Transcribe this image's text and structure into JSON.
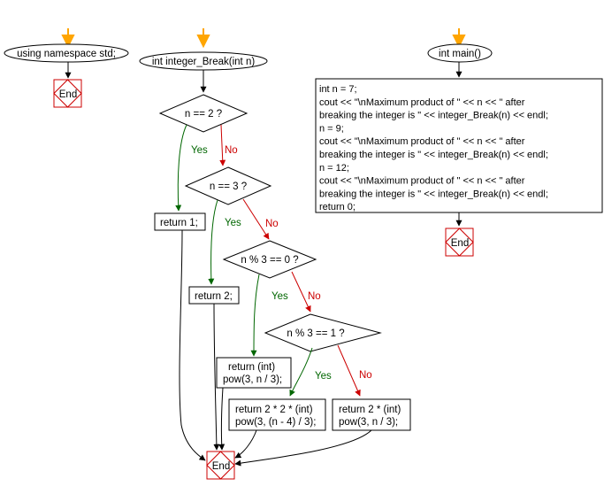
{
  "flowcharts": {
    "namespace": {
      "statement": "using namespace std;",
      "end_label": "End"
    },
    "integer_break": {
      "header": "int integer_Break(int n)",
      "cond1": "n == 2 ?",
      "cond2": "n == 3 ?",
      "cond3": "n % 3 == 0 ?",
      "cond4": "n % 3 == 1 ?",
      "yes_label": "Yes",
      "no_label": "No",
      "return1": "return 1;",
      "return2": "return 2;",
      "return3": [
        "return (int)",
        "pow(3, n / 3);"
      ],
      "return4": [
        "return 2 * 2 * (int)",
        "pow(3, (n - 4) / 3);"
      ],
      "return5": [
        "return 2 * (int)",
        "pow(3, n / 3);"
      ],
      "end_label": "End"
    },
    "main": {
      "header": "int main()",
      "body_lines": [
        "int n = 7;",
        "cout << \"\\nMaximum product of \" << n << \" after",
        "breaking the integer is \" << integer_Break(n) << endl;",
        "n = 9;",
        "cout << \"\\nMaximum product of \" << n << \" after",
        "breaking the integer is \" << integer_Break(n) << endl;",
        "n = 12;",
        "cout << \"\\nMaximum product of \" << n << \" after",
        "breaking the integer is \" << integer_Break(n) << endl;",
        "return 0;"
      ],
      "end_label": "End"
    }
  },
  "colors": {
    "start_arrow": "#ffa500",
    "yes": "#006600",
    "no": "#cc0000",
    "end_border": "#cc0000",
    "line": "#000000"
  }
}
